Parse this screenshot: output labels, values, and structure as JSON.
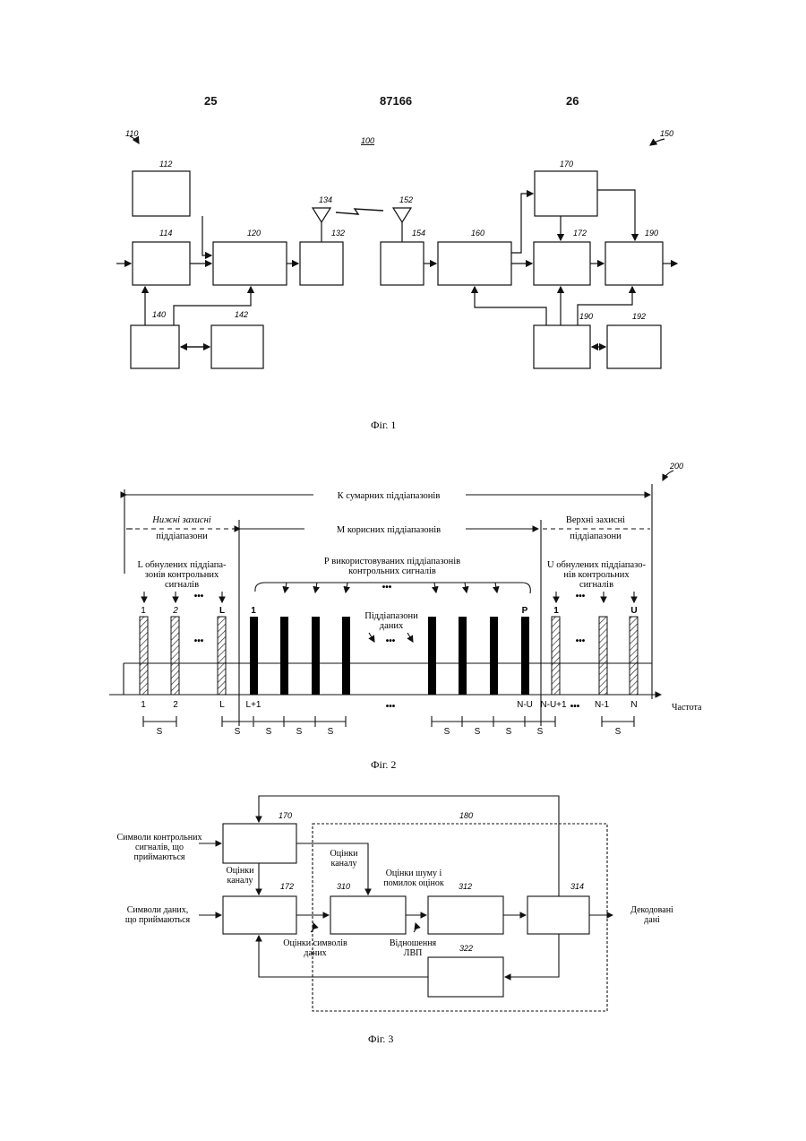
{
  "header": {
    "left_page": "25",
    "center": "87166",
    "right_page": "26"
  },
  "fig1": {
    "caption": "Фіг. 1",
    "refs": {
      "r110": "110",
      "r100": "100",
      "r150": "150",
      "r112": "112",
      "r114": "114",
      "r120": "120",
      "r134": "134",
      "r152": "152",
      "r132": "132",
      "r154": "154",
      "r160": "160",
      "r170": "170",
      "r172": "172",
      "r190a": "190",
      "r190b": "190",
      "r192": "192",
      "r140": "140",
      "r142": "142"
    }
  },
  "fig2": {
    "caption": "Фіг. 2",
    "ref200": "200",
    "total_label": "К сумарних піддіапазонів",
    "lower_guard": [
      "Нижні захисні",
      "піддіапазони"
    ],
    "useful_label": "М корисних піддіапазонів",
    "upper_guard": [
      "Верхні захисні",
      "піддіапазони"
    ],
    "lower_pilots": [
      "L обнулених піддіапа-",
      "зонів контрольних",
      "сигналів"
    ],
    "used_pilots": [
      "Р використовуваних піддіапазонів",
      "контрольних сигналів"
    ],
    "upper_pilots": [
      "U обнулених піддіапазо-",
      "нів контрольних",
      "сигналів"
    ],
    "data_label": [
      "Піддіапазони",
      "даних"
    ],
    "freq_label": "Частота",
    "ellipsis": "•••",
    "top_marks": {
      "one_a": "1",
      "two_a": "2",
      "l_a": "L",
      "one_b": "1",
      "p": "P",
      "one_c": "1",
      "u": "U"
    },
    "bottom_ticks": {
      "t1": "1",
      "t2": "2",
      "tL": "L",
      "tL1": "L+1",
      "tNU": "N-U",
      "tNU1": "N-U+1",
      "tN1": "N-1",
      "tN": "N"
    },
    "spacing": "S"
  },
  "fig3": {
    "caption": "Фіг. 3",
    "refs": {
      "r170": "170",
      "r180": "180",
      "r172": "172",
      "r310": "310",
      "r312": "312",
      "r314": "314",
      "r322": "322"
    },
    "pilot_in": [
      "Символи контрольних",
      "сигналів, що",
      "приймаються"
    ],
    "data_in": [
      "Символи даних,",
      "що приймаються"
    ],
    "chan_est1": [
      "Оцінки",
      "каналу"
    ],
    "chan_est2": [
      "Оцінки",
      "каналу"
    ],
    "noise_est": [
      "Оцінки шуму і",
      "помилок оцінок"
    ],
    "sym_est": [
      "Оцінки символів",
      "даних"
    ],
    "llr": [
      "Відношення",
      "ЛВП"
    ],
    "decoded": [
      "Декодовані",
      "дані"
    ]
  }
}
